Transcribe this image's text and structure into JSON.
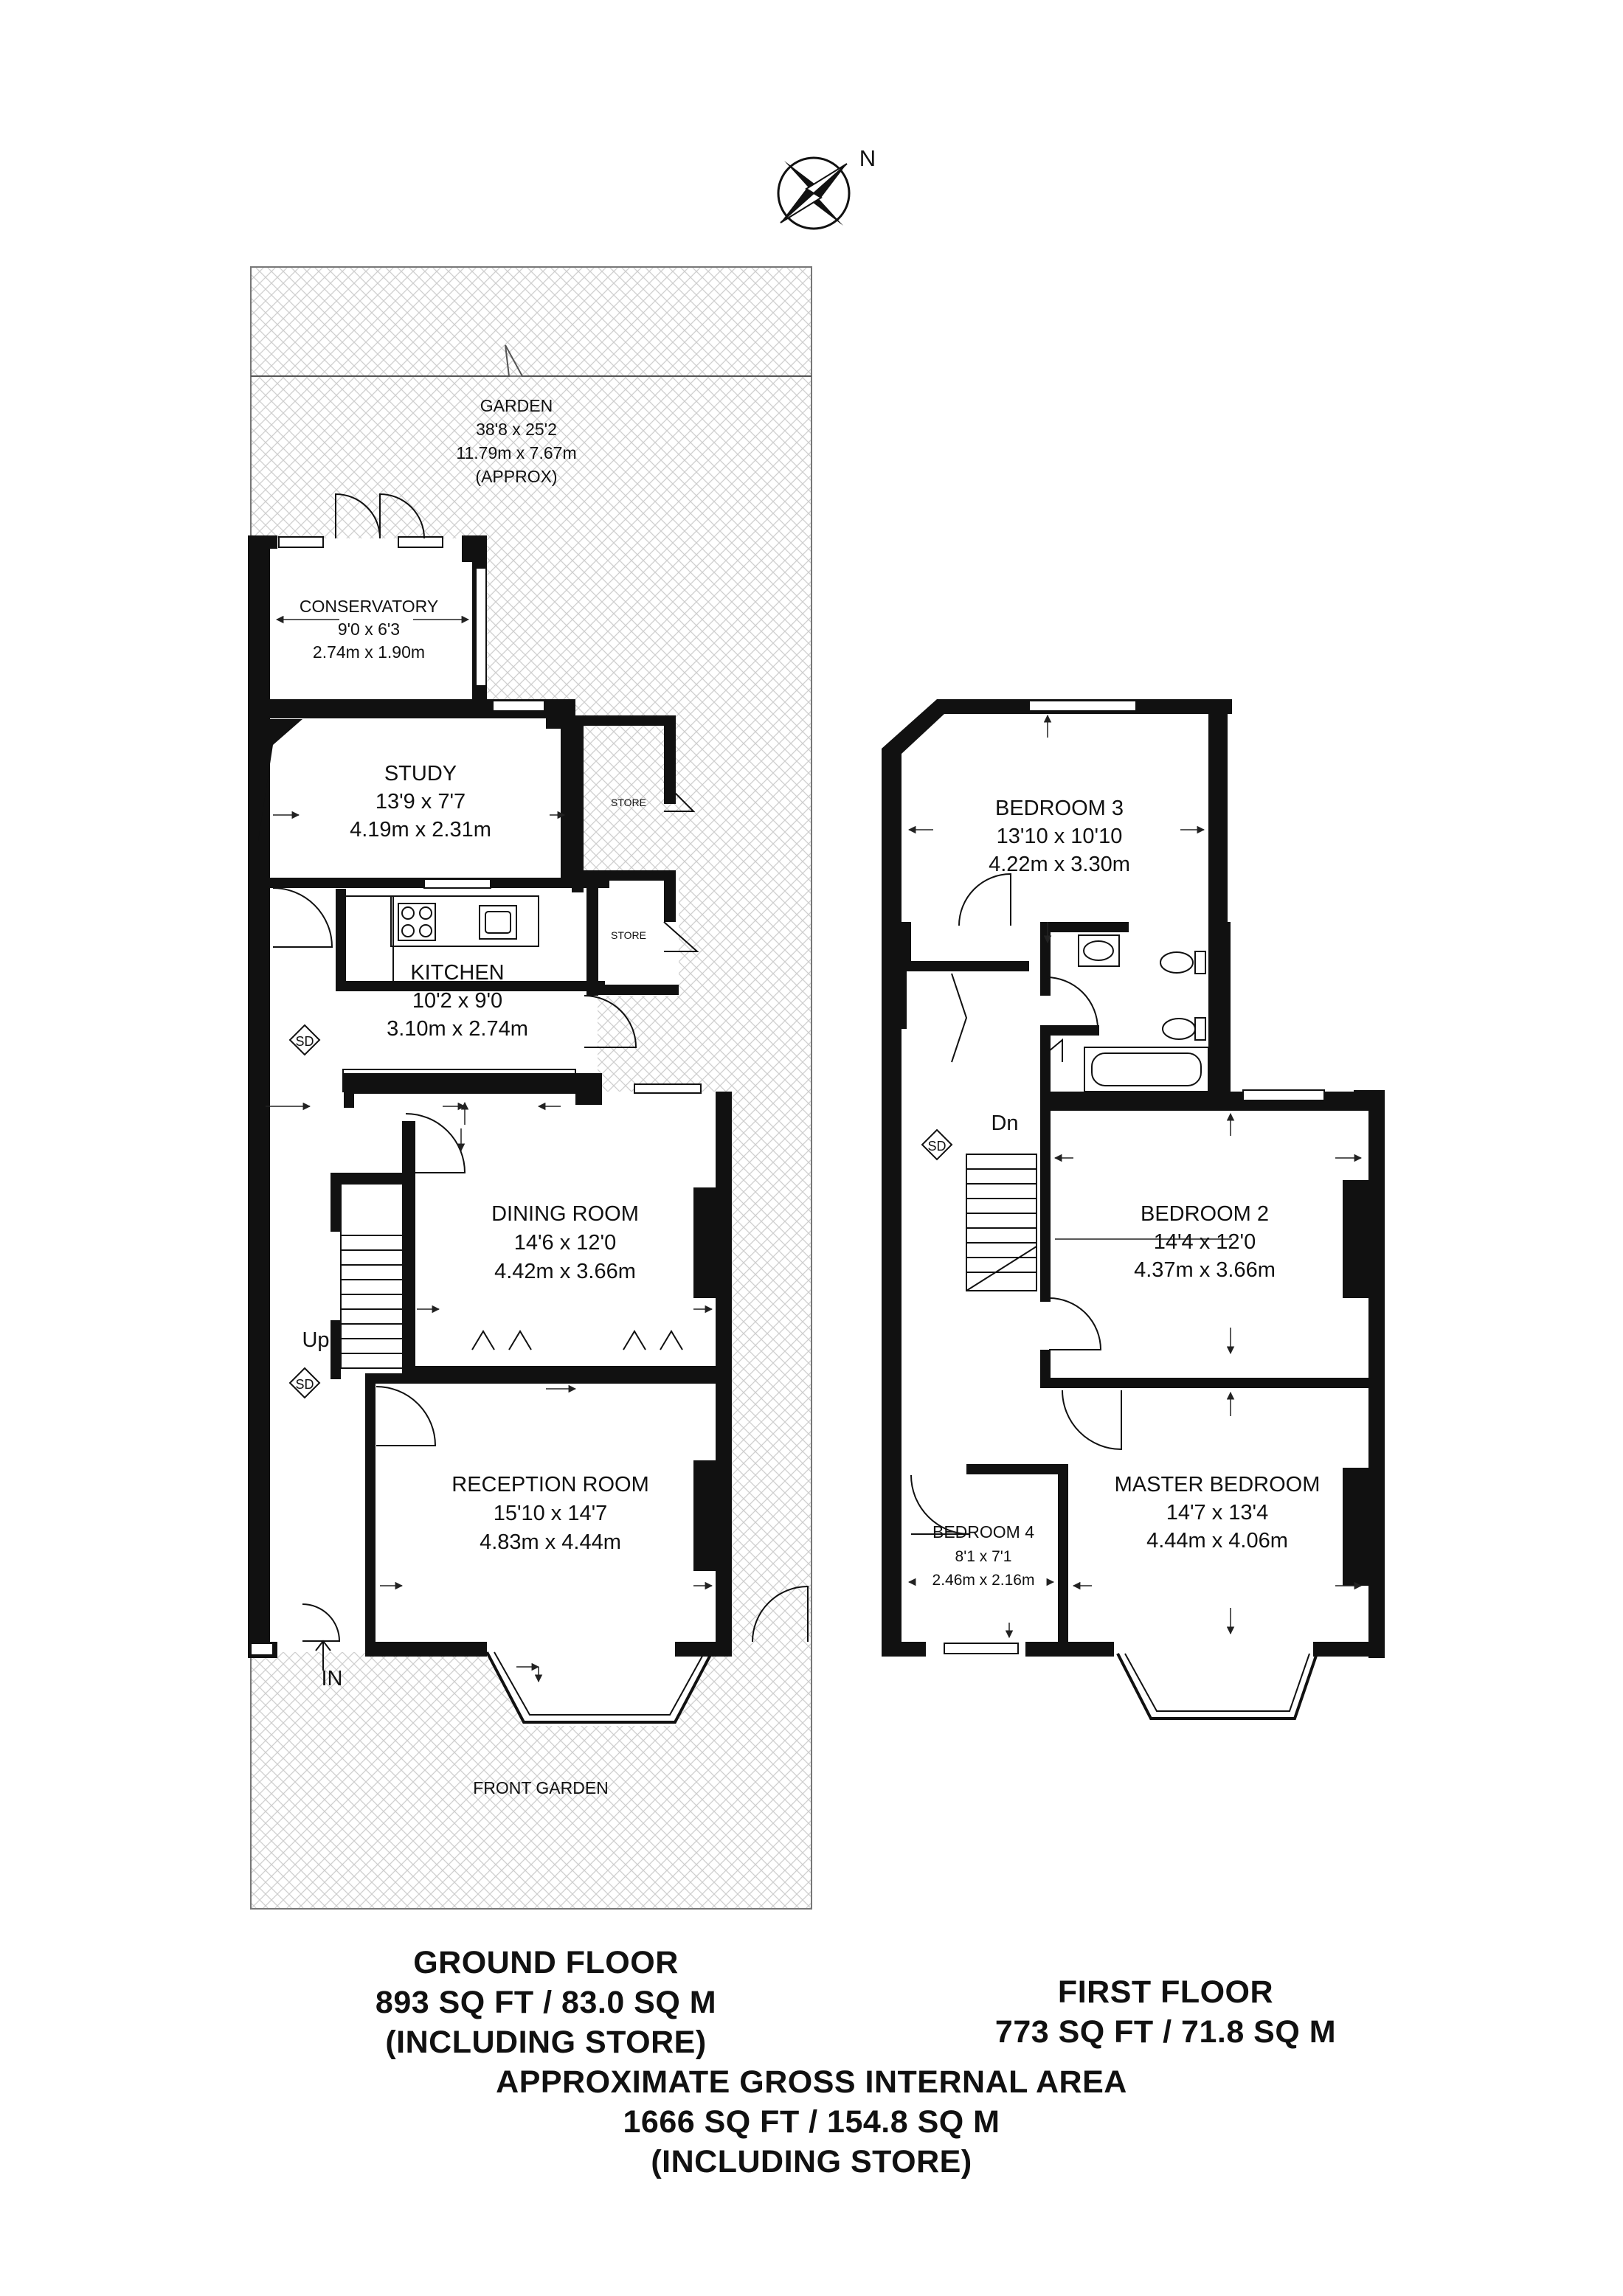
{
  "compass": {
    "label": "N"
  },
  "ground_floor": {
    "garden": {
      "name": "GARDEN",
      "imperial": "38'8 x 25'2",
      "metric": "11.79m x 7.67m",
      "note": "(APPROX)"
    },
    "conservatory": {
      "name": "CONSERVATORY",
      "imperial": "9'0 x 6'3",
      "metric": "2.74m x 1.90m"
    },
    "study": {
      "name": "STUDY",
      "imperial": "13'9 x 7'7",
      "metric": "4.19m x 2.31m"
    },
    "store_1": {
      "name": "STORE"
    },
    "store_2": {
      "name": "STORE"
    },
    "kitchen": {
      "name": "KITCHEN",
      "imperial": "10'2 x 9'0",
      "metric": "3.10m x 2.74m"
    },
    "dining_room": {
      "name": "DINING ROOM",
      "imperial": "14'6 x 12'0",
      "metric": "4.42m x 3.66m"
    },
    "reception_room": {
      "name": "RECEPTION ROOM",
      "imperial": "15'10 x 14'7",
      "metric": "4.83m x 4.44m"
    },
    "front_garden": {
      "name": "FRONT GARDEN"
    },
    "stairs_label": "Up",
    "entrance_label": "IN",
    "smoke_detector": "SD"
  },
  "first_floor": {
    "bedroom_3": {
      "name": "BEDROOM 3",
      "imperial": "13'10 x 10'10",
      "metric": "4.22m x 3.30m"
    },
    "bedroom_2": {
      "name": "BEDROOM 2",
      "imperial": "14'4 x 12'0",
      "metric": "4.37m x 3.66m"
    },
    "master_bedroom": {
      "name": "MASTER BEDROOM",
      "imperial": "14'7 x 13'4",
      "metric": "4.44m x 4.06m"
    },
    "bedroom_4": {
      "name": "BEDROOM 4",
      "imperial": "8'1 x 7'1",
      "metric": "2.46m x 2.16m"
    },
    "stairs_label": "Dn",
    "smoke_detector": "SD"
  },
  "captions": {
    "ground": {
      "line1": "GROUND FLOOR",
      "line2": "893 SQ FT / 83.0 SQ M",
      "line3": "(INCLUDING STORE)"
    },
    "first": {
      "line1": "FIRST FLOOR",
      "line2": "773 SQ FT / 71.8 SQ M"
    },
    "total": {
      "line1": "APPROXIMATE GROSS INTERNAL AREA",
      "line2": "1666 SQ FT / 154.8 SQ M",
      "line3": "(INCLUDING STORE)"
    }
  }
}
